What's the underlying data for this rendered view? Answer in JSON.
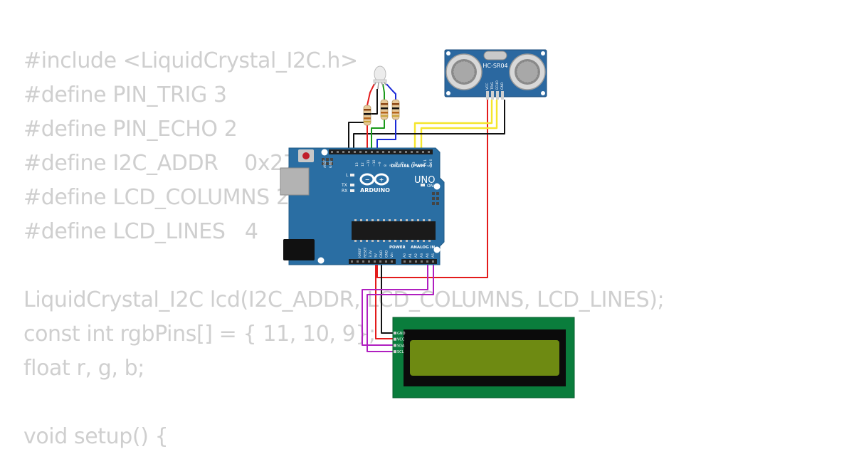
{
  "code_lines": [
    "#include <LiquidCrystal_I2C.h>",
    "#define PIN_TRIG 3",
    "#define PIN_ECHO 2",
    "#define I2C_ADDR    0x27",
    "#define LCD_COLUMNS 20",
    "#define LCD_LINES   4",
    "",
    "LiquidCrystal_I2C lcd(I2C_ADDR, LCD_COLUMNS, LCD_LINES);",
    "const int rgbPins[] = { 11, 10, 9};",
    "float r, g, b;",
    "",
    "void setup() {"
  ],
  "sensor": {
    "model": "HC-SR04",
    "pins": [
      "VCC",
      "TRIG",
      "ECHO",
      "GND"
    ]
  },
  "arduino": {
    "logo_text": "ARDUINO",
    "model": "UNO",
    "digital_label": "DIGITAL (PWM ~)",
    "power_label": "POWER",
    "analog_label": "ANALOG IN",
    "on_label": "ON",
    "l_label": "L",
    "tx_label": "TX",
    "rx_label": "RX",
    "aref_label": "AREF",
    "gnd_label": "GND",
    "digital_pins": [
      "13",
      "12",
      "~11",
      "~10",
      "~9",
      "8",
      "7",
      "~6",
      "~5",
      "4",
      "~3",
      "2",
      "TX 1",
      "RX 0"
    ],
    "power_pins": [
      "IOREF",
      "RESET",
      "3.3V",
      "5V",
      "GND",
      "GND",
      "Vin"
    ],
    "analog_pins": [
      "A0",
      "A1",
      "A2",
      "A3",
      "A4",
      "A5"
    ]
  },
  "lcd": {
    "pins": [
      "GND",
      "VCC",
      "SDA",
      "SCL"
    ]
  },
  "colors": {
    "board": "#2a6ea3",
    "lcd_frame": "#0a7d3c",
    "lcd_screen": "#6e8a12",
    "wire_red": "#e31b1b",
    "wire_black": "#111111",
    "wire_yellow": "#f5e62c",
    "wire_green": "#1a9a1a",
    "wire_blue": "#1a2ad8",
    "wire_purple": "#b01fc0",
    "code_text": "#cfcfcf"
  }
}
